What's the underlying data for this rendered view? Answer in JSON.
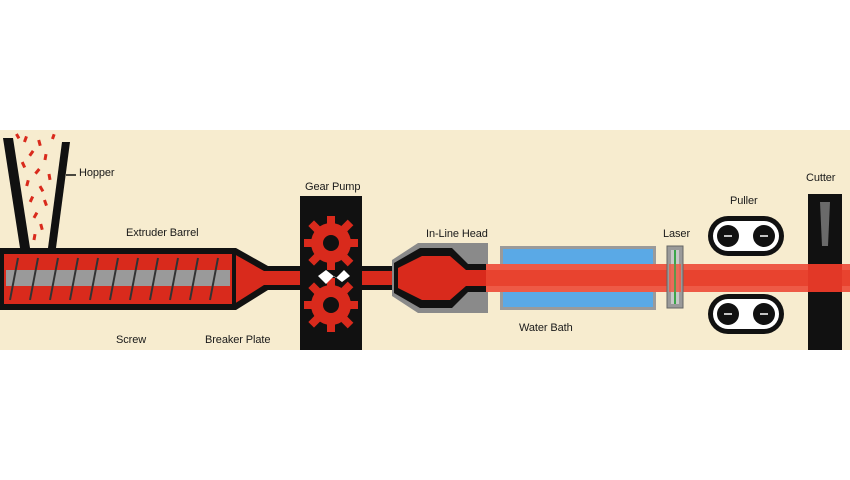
{
  "labels": {
    "hopper": "Hopper",
    "extruder_barrel": "Extruder Barrel",
    "screw": "Screw",
    "breaker_plate": "Breaker Plate",
    "gear_pump": "Gear Pump",
    "in_line_head": "In-Line Head",
    "water_bath": "Water Bath",
    "laser": "Laser",
    "puller": "Puller",
    "cutter": "Cutter"
  },
  "colors": {
    "background": "#f7eccf",
    "machine": "#111111",
    "melt": "#d92a1c",
    "extrudate": "#ee5a46",
    "water": "#5aa9e6",
    "head": "#8a8a8a",
    "screw": "#9a9a9a"
  }
}
